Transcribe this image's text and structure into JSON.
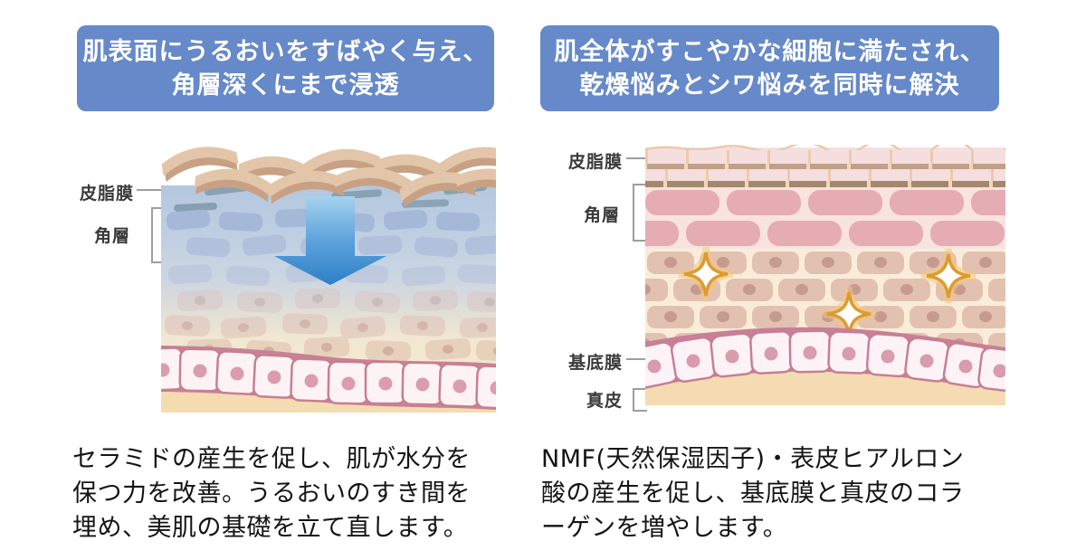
{
  "colors": {
    "header_bg": "#6689c9",
    "header_text": "#ffffff",
    "arrow_blue": "#2e7fc6",
    "sparkle_gold": "#dd9b30",
    "dry_corneum_blue": "#b3c7de",
    "healthy_pink": "#e5adb3",
    "dermis_tan": "#f5dbb2"
  },
  "left_panel": {
    "header": "肌表面にうるおいをすばやく与え、\n角層深くにまで浸透",
    "diagram_labels": {
      "sebum_film": "皮脂膜",
      "stratum_corneum": "角層"
    },
    "description": "セラミドの産生を促し、肌が水分を\n保つ力を改善。うるおいのすき間を\n埋め、美肌の基礎を立て直します。"
  },
  "right_panel": {
    "header": "肌全体がすこやかな細胞に満たされ、\n乾燥悩みとシワ悩みを同時に解決",
    "diagram_labels": {
      "sebum_film": "皮脂膜",
      "stratum_corneum": "角層",
      "basement_membrane": "基底膜",
      "dermis": "真皮"
    },
    "description": "NMF(天然保湿因子)・表皮ヒアルロン\n酸の産生を促し、基底膜と真皮のコラ\nーゲンを増やします。"
  }
}
